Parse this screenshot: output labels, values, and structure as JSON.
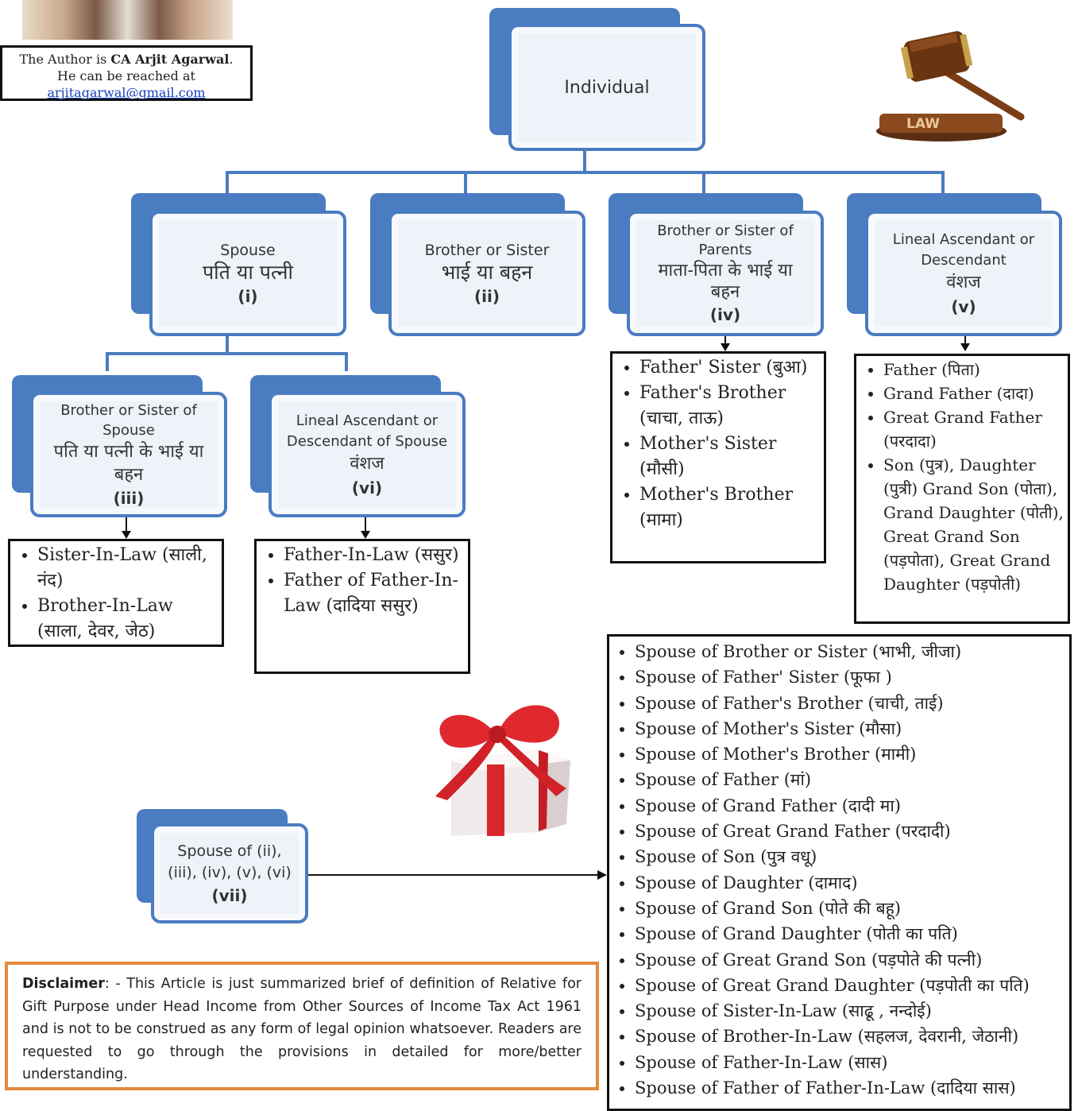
{
  "author": {
    "line1_prefix": "The Author is ",
    "name": "CA Arjit Agarwal",
    "line1_suffix": ".",
    "line2": "He can be reached at",
    "email": "arjitagarwal@gmail.com"
  },
  "logo_text": "LAW",
  "root": {
    "label": "Individual"
  },
  "nodes": {
    "i": {
      "en": "Spouse",
      "hi": "पति या पत्नी",
      "roman": "(i)"
    },
    "ii": {
      "en": "Brother or Sister",
      "hi": "भाई या बहन",
      "roman": "(ii)"
    },
    "iii": {
      "en": "Brother or Sister of Spouse",
      "hi": "पति या पत्नी के भाई या बहन",
      "roman": "(iii)"
    },
    "iv": {
      "en": "Brother or Sister of Parents",
      "hi": "माता-पिता के भाई या बहन",
      "roman": "(iv)"
    },
    "v": {
      "en": "Lineal Ascendant or Descendant",
      "hi": "वंशज",
      "roman": "(v)"
    },
    "vi": {
      "en": "Lineal Ascendant or Descendant of Spouse",
      "hi": "वंशज",
      "roman": "(vi)"
    },
    "vii": {
      "en": "Spouse of (ii), (iii), (iv), (v), (vi)",
      "roman": "(vii)"
    }
  },
  "lists": {
    "iii": [
      "Sister-In-Law (साली, नंद)",
      "Brother-In-Law (साला, देवर, जेठ)"
    ],
    "vi": [
      "Father-In-Law (ससुर)",
      "Father of Father-In-Law (दादिया ससुर)"
    ],
    "iv": [
      "Father' Sister (बुआ)",
      "Father's Brother (चाचा, ताऊ)",
      "Mother's Sister (मौसी)",
      "Mother's Brother (मामा)"
    ],
    "v": [
      "Father (पिता)",
      "Grand Father (दादा)",
      "Great Grand Father (परदादा)",
      "Son (पुत्र), Daughter (पुत्री) Grand Son (पोता), Grand Daughter (पोती), Great Grand Son (पड़पोता), Great Grand Daughter (पड़पोती)"
    ],
    "vii": [
      "Spouse of Brother or Sister (भाभी, जीजा)",
      "Spouse of Father' Sister (फूफा )",
      "Spouse of Father's Brother (चाची, ताई)",
      "Spouse of Mother's Sister (मौसा)",
      "Spouse of Mother's Brother (मामी)",
      "Spouse of Father (मां)",
      "Spouse of Grand Father (दादी मा)",
      "Spouse of Great Grand Father (परदादी)",
      "Spouse of Son (पुत्र वधू)",
      "Spouse of Daughter (दामाद)",
      "Spouse of Grand Son (पोते की बहू)",
      "Spouse of Grand Daughter (पोती का पति)",
      "Spouse of Great Grand Son (पड़पोते की पत्नी)",
      "Spouse of Great Grand Daughter (पड़पोती का पति)",
      "Spouse of Sister-In-Law (साढू , नन्दोई)",
      "Spouse of Brother-In-Law (सहलज, देवरानी, जेठानी)",
      "Spouse of Father-In-Law (सास)",
      "Spouse of Father of Father-In-Law (दादिया सास)"
    ]
  },
  "disclaimer": {
    "label": "Disclaimer",
    "text": ": - This Article is just summarized brief of definition of Relative for Gift Purpose under Head Income from Other Sources of Income Tax Act 1961 and is not to be construed as any form of legal opinion whatsoever. Readers are requested to go through the provisions in detailed for more/better understanding."
  },
  "colors": {
    "node_border": "#4a7cc1",
    "node_fill": "#eef2f9",
    "disclaimer_border": "#e48a3c"
  },
  "icons": [
    "author-photo",
    "gavel-icon",
    "gift-icon"
  ]
}
